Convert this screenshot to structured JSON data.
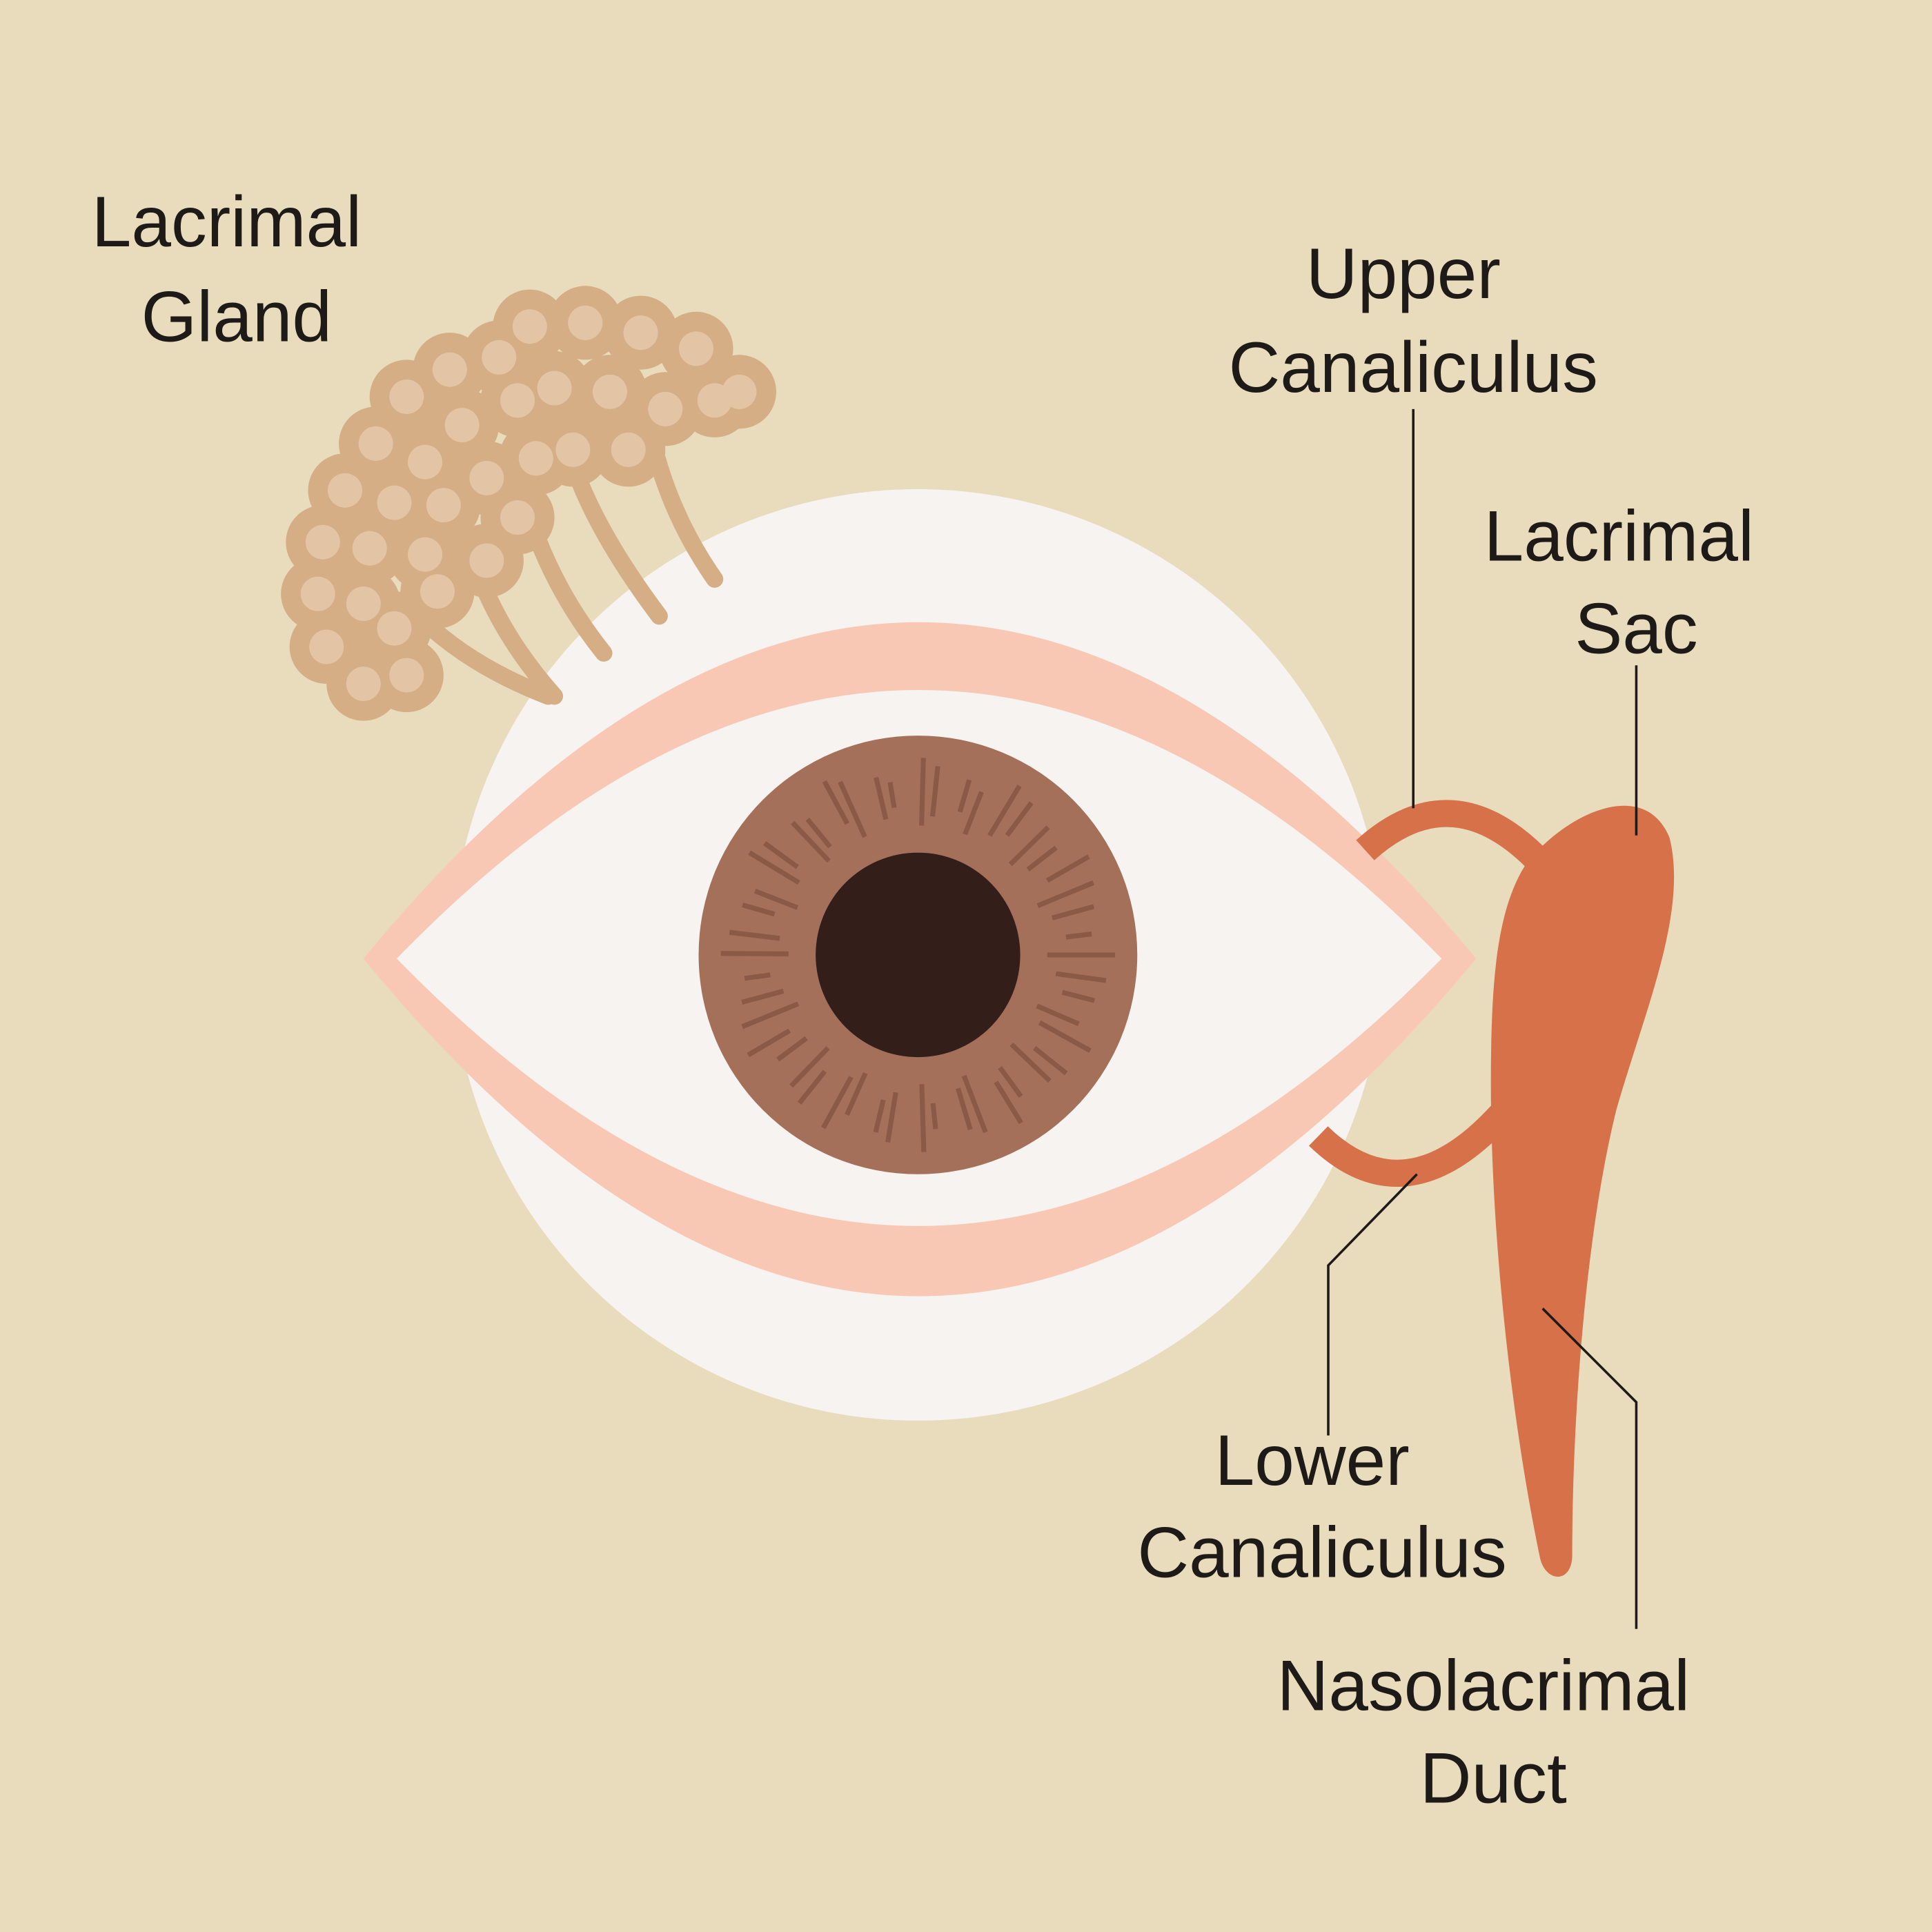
{
  "labels": {
    "lacrimal_gland": [
      "Lacrimal",
      "Gland"
    ],
    "upper_canaliculus": [
      "Upper",
      "Canaliculus"
    ],
    "lacrimal_sac": [
      "Lacrimal",
      "Sac"
    ],
    "lower_canaliculus": [
      "Lower",
      "Canaliculus"
    ],
    "nasolacrimal_duct": [
      "Nasolacrimal",
      "Duct"
    ]
  },
  "colors": {
    "background": "#E8DCBD",
    "sclera": "#F6F3F1",
    "eyelid": "#F8C8B5",
    "iris": "#A5705A",
    "iris_streak": "#8A5A47",
    "pupil": "#341E1A",
    "drainage": "#D6714A",
    "gland": "#D5AE85",
    "gland_dot": "#E3C5A5"
  }
}
